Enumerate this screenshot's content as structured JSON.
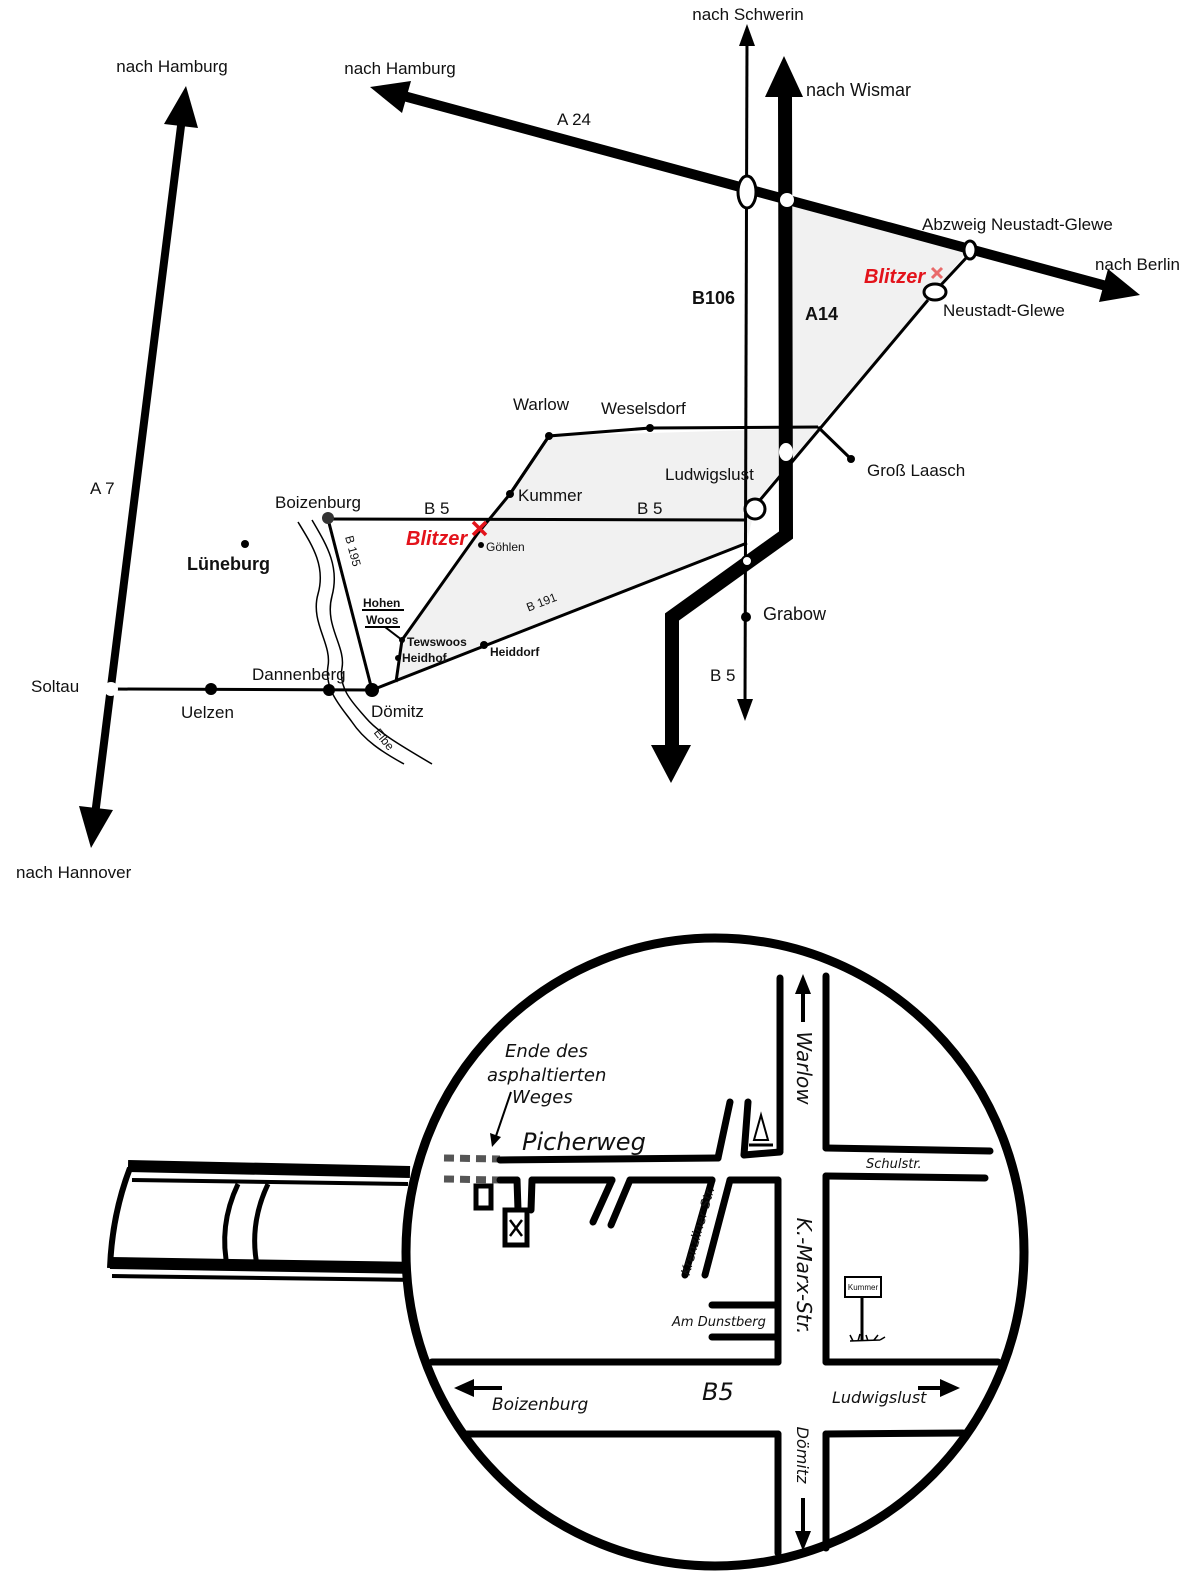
{
  "overview_map": {
    "destinations": {
      "hamburg_a7": "nach Hamburg",
      "hamburg_a24": "nach Hamburg",
      "schwerin": "nach Schwerin",
      "wismar": "nach Wismar",
      "berlin": "nach Berlin",
      "hannover": "nach Hannover"
    },
    "road_labels": {
      "a7": "A 7",
      "a24": "A 24",
      "a14": "A14",
      "b106": "B106",
      "b5_west": "B 5",
      "b5_east": "B 5",
      "b5_south": "B 5",
      "b195": "B 195",
      "b191": "B 191"
    },
    "places": {
      "abzweig": "Abzweig Neustadt-Glewe",
      "neustadt_glewe": "Neustadt-Glewe",
      "warlow": "Warlow",
      "weselsdorf": "Weselsdorf",
      "gross_laasch": "Groß Laasch",
      "ludwigslust": "Ludwigslust",
      "kummer": "Kummer",
      "boizenburg": "Boizenburg",
      "goehlen": "Göhlen",
      "lueneburg": "Lüneburg",
      "hohen": "Hohen",
      "woos": "Woos",
      "grabow": "Grabow",
      "tewswoos": "Tewswoos",
      "heidhof": "Heidhof",
      "heiddorf": "Heiddorf",
      "soltau": "Soltau",
      "dannenberg": "Dannenberg",
      "uelzen": "Uelzen",
      "doemitz": "Dömitz"
    },
    "river": "Elbe",
    "speed_cameras": [
      {
        "label": "Blitzer",
        "icon": "red-x-marker"
      },
      {
        "label": "Blitzer",
        "icon": "red-x-marker"
      }
    ]
  },
  "detail_map": {
    "note_lines": [
      "Ende des",
      "asphaltierten",
      "Weges"
    ],
    "streets": {
      "picherweg": "Picherweg",
      "warlow": "Warlow",
      "schulstr": "Schulstr.",
      "krenzliner_str": "Krenzliner Str.",
      "k_marx_str": "K.-Marx-Str.",
      "am_dunstberg": "Am Dunstberg",
      "b5": "B5",
      "boizenburg": "Boizenburg",
      "ludwigslust": "Ludwigslust",
      "doemitz": "Dömitz"
    },
    "town_sign": "Kummer",
    "icons": [
      "magnifier-icon",
      "house-target-icon",
      "monument-icon",
      "town-sign-icon"
    ]
  },
  "colors": {
    "road": "#000000",
    "speed_camera": "#e3131b",
    "speed_camera_faint": "#e96a6a",
    "shade": "#f1f1f1"
  }
}
